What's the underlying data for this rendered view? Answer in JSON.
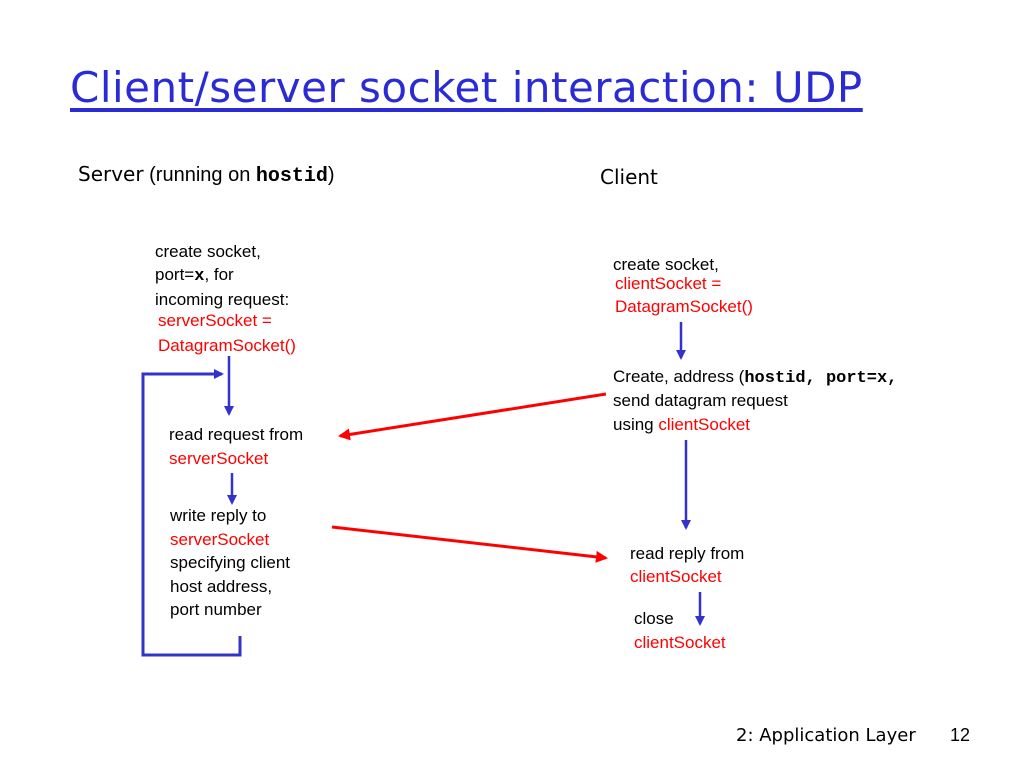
{
  "slide": {
    "title": "Client/server socket interaction: UDP",
    "footer_label": "2: Application Layer",
    "page_number": "12"
  },
  "colors": {
    "title": "#2b2bd6",
    "flow_arrow": "#3333cc",
    "message_arrow": "#ff0000",
    "highlight_text": "#ff0000"
  },
  "server": {
    "heading_prefix": "Server",
    "heading_running": " (running on ",
    "heading_host": "hostid",
    "heading_suffix": ")",
    "create": {
      "line1": "create socket,",
      "line2_prefix": "port=",
      "line2_port": "x",
      "line2_suffix": ", for",
      "line3": "incoming request:",
      "line4": "serverSocket =",
      "line5": "DatagramSocket()"
    },
    "read": {
      "line1": "read request from",
      "line2": "serverSocket"
    },
    "write": {
      "line1": "write reply to",
      "line2": "serverSocket",
      "line3": "specifying client",
      "line4": "host address,",
      "line5": "port number"
    }
  },
  "client": {
    "heading": "Client",
    "create": {
      "line1": "create socket,",
      "line2": "clientSocket =",
      "line3": "DatagramSocket()"
    },
    "send": {
      "line1_prefix": "Create, address (",
      "line1_code": "hostid, port=x,",
      "line2": "send datagram request",
      "line3_prefix": "using ",
      "line3_socket": "clientSocket"
    },
    "read": {
      "line1": "read reply from",
      "line2": "clientSocket"
    },
    "close": {
      "line1": "close",
      "line2": "clientSocket"
    }
  }
}
